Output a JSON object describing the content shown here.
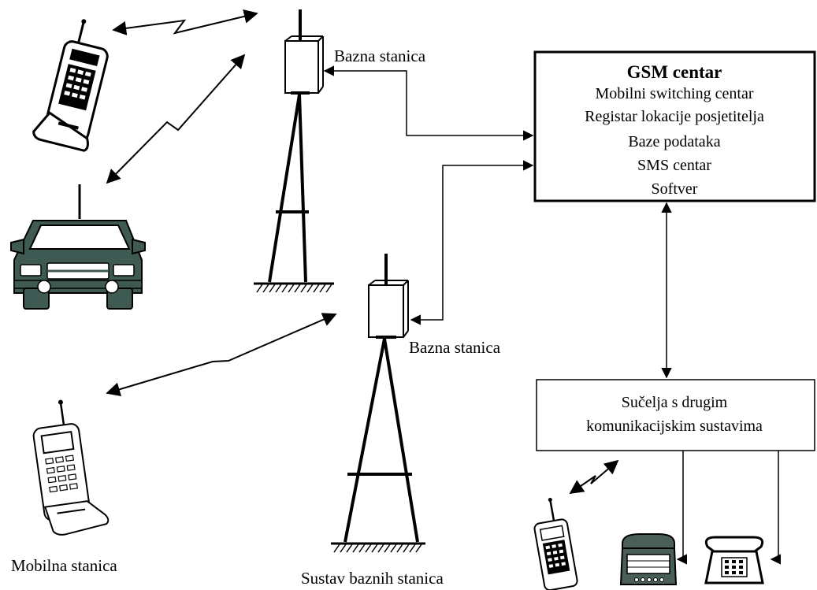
{
  "labels": {
    "base_station_1": "Bazna stanica",
    "base_station_2": "Bazna stanica",
    "mobile_station": "Mobilna stanica",
    "base_station_system": "Sustav baznih stanica"
  },
  "gsm_center": {
    "title": "GSM centar",
    "lines": [
      "Mobilni switching centar",
      "Registar lokacije posjetitelja",
      "Baze podataka",
      "SMS centar",
      "Softver"
    ]
  },
  "interfaces_box": {
    "lines": [
      "Sučelja s drugim",
      "komunikacijskim sustavima"
    ]
  },
  "colors": {
    "stroke": "#000000",
    "vehicle_fill": "#3f5a52",
    "vehicle_light": "#ffffff",
    "phone_fill": "#4a5f58"
  },
  "icons": [
    "mobile-phone-icon",
    "car-icon",
    "tower-icon",
    "desk-phone-icon",
    "rotary-phone-icon",
    "radio-link-icon"
  ]
}
